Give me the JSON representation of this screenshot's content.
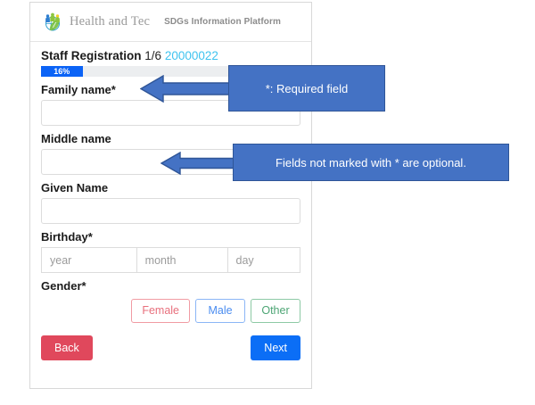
{
  "header": {
    "logo_icon": "globe-people-logo-icon",
    "brand": "Health and Tec",
    "platform": "SDGs Information Platform"
  },
  "registration": {
    "title": "Staff Registration",
    "step": "1/6",
    "staff_id": "20000022",
    "staff_id_color": "#3fc3ef",
    "progress_label": "16%",
    "progress_percent": 16,
    "progress_color": "#0b63f6"
  },
  "fields": {
    "family_name": {
      "label": "Family name*",
      "value": "",
      "placeholder": ""
    },
    "middle_name": {
      "label": "Middle name",
      "value": "",
      "placeholder": ""
    },
    "given_name": {
      "label": "Given Name",
      "value": "",
      "placeholder": ""
    },
    "birthday": {
      "label": "Birthday*",
      "year": {
        "value": "",
        "placeholder": "year"
      },
      "month": {
        "value": "",
        "placeholder": "month"
      },
      "day": {
        "value": "",
        "placeholder": "day"
      }
    },
    "gender": {
      "label": "Gender*",
      "options": [
        {
          "label": "Female",
          "color": "#e8707d"
        },
        {
          "label": "Male",
          "color": "#4a8cf0"
        },
        {
          "label": "Other",
          "color": "#4da574"
        }
      ]
    }
  },
  "nav": {
    "back_label": "Back",
    "back_color": "#e0485c",
    "next_label": "Next",
    "next_color": "#0b6ef6"
  },
  "annotations": {
    "color": "#4472c4",
    "border_color": "#2f5597",
    "callout_1": "*: Required field",
    "callout_2": "Fields not marked with * are optional."
  }
}
